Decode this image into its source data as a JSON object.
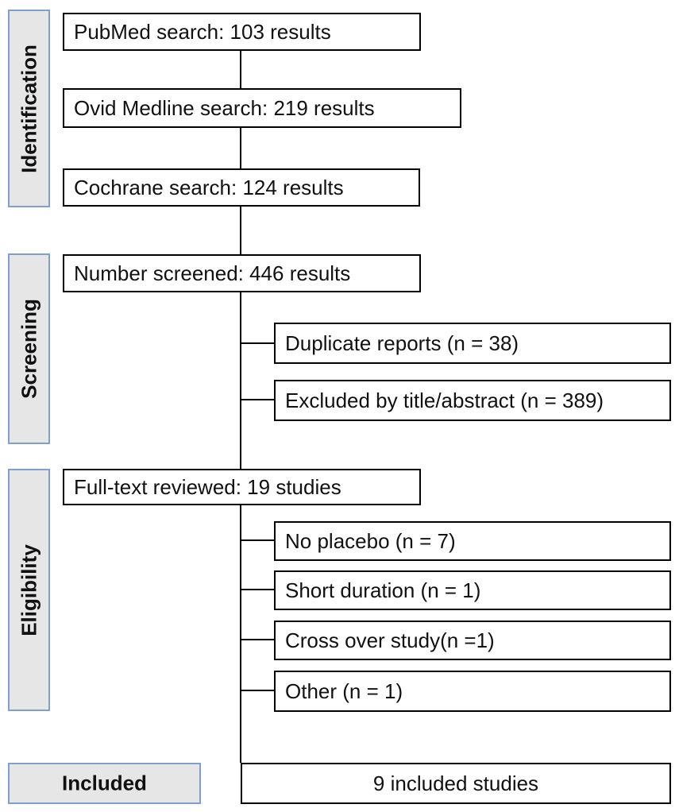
{
  "phases": {
    "identification": "Identification",
    "screening": "Screening",
    "eligibility": "Eligibility",
    "included": "Included"
  },
  "identification": {
    "pubmed": "PubMed search:  103 results",
    "ovid": "Ovid Medline search:  219 results",
    "cochrane": "Cochrane search: 124 results"
  },
  "screening": {
    "screened": "Number screened: 446 results",
    "duplicates": "Duplicate reports (n = 38)",
    "excluded": "Excluded by title/abstract (n = 389)"
  },
  "eligibility": {
    "fulltext": "Full-text reviewed: 19 studies",
    "no_placebo": "No placebo  (n = 7)",
    "short_duration": "Short duration (n = 1)",
    "cross_over": "Cross over study(n =1)",
    "other": "Other (n = 1)"
  },
  "included": {
    "studies": "9 included studies"
  }
}
